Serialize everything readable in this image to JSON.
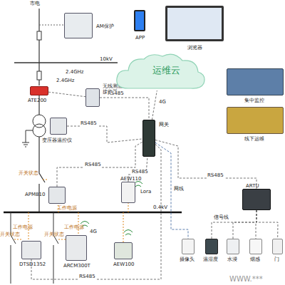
{
  "diagram": {
    "nodes": [
      {
        "text": [
          "AM保护"
        ]
      },
      {
        "text": [
          "ATE200"
        ]
      },
      {
        "text": [
          "无线测温 接收器"
        ]
      },
      {
        "text": [
          "变压器温控仪"
        ]
      },
      {
        "text": [
          "网关"
        ]
      },
      {
        "text": [
          "运维云"
        ]
      },
      {
        "text": [
          "APP"
        ]
      },
      {
        "text": [
          "浏览器"
        ]
      },
      {
        "text": [
          "集中监控"
        ]
      },
      {
        "text": [
          "线下运维"
        ]
      },
      {
        "text": [
          "APM810"
        ]
      },
      {
        "text": [
          "AEW110"
        ]
      },
      {
        "text": [
          "ARTU"
        ]
      },
      {
        "text": [
          "DTSD1352"
        ]
      },
      {
        "text": [
          "ARCM300T"
        ]
      },
      {
        "text": [
          "AEW100"
        ]
      },
      {
        "text": [
          "摄像头"
        ]
      },
      {
        "text": [
          "温湿度"
        ]
      },
      {
        "text": [
          "水浸"
        ]
      },
      {
        "text": [
          "烟感"
        ]
      },
      {
        "text": [
          "门"
        ]
      }
    ],
    "edges": [
      {
        "from": 1,
        "to": 2,
        "label": "2.4GHz",
        "arrow": "none"
      },
      {
        "from": 2,
        "to": 4,
        "label": "RS485",
        "arrow": "none"
      },
      {
        "from": 3,
        "to": 4,
        "label": "RS485",
        "arrow": "none"
      },
      {
        "from": 4,
        "to": 5,
        "label": "4G",
        "arrow": "none"
      },
      {
        "from": 10,
        "to": 4,
        "label": "RS485",
        "arrow": "none"
      },
      {
        "from": 11,
        "to": 4,
        "label": "RS485",
        "arrow": "none"
      },
      {
        "from": 4,
        "to": 12,
        "label": "RS485",
        "arrow": "none"
      },
      {
        "from": 4,
        "to": 16,
        "label": "网线",
        "arrow": "none"
      },
      {
        "from": 12,
        "to": 17,
        "arrow": "none"
      },
      {
        "from": 12,
        "to": 18,
        "arrow": "none"
      },
      {
        "from": 12,
        "to": 19,
        "arrow": "none"
      },
      {
        "from": 12,
        "to": 20,
        "arrow": "none"
      },
      {
        "from": 13,
        "to": 4,
        "label": "RS485",
        "arrow": "none"
      }
    ],
    "labels": [
      "市电",
      "10kV",
      "2.4GHz",
      "开关状态",
      "工作电源",
      "0.4kV",
      "Lora",
      "信号线",
      "工作电源",
      "工作电源",
      "开关状态",
      "开关状态",
      "4G",
      "WWW.***"
    ]
  }
}
